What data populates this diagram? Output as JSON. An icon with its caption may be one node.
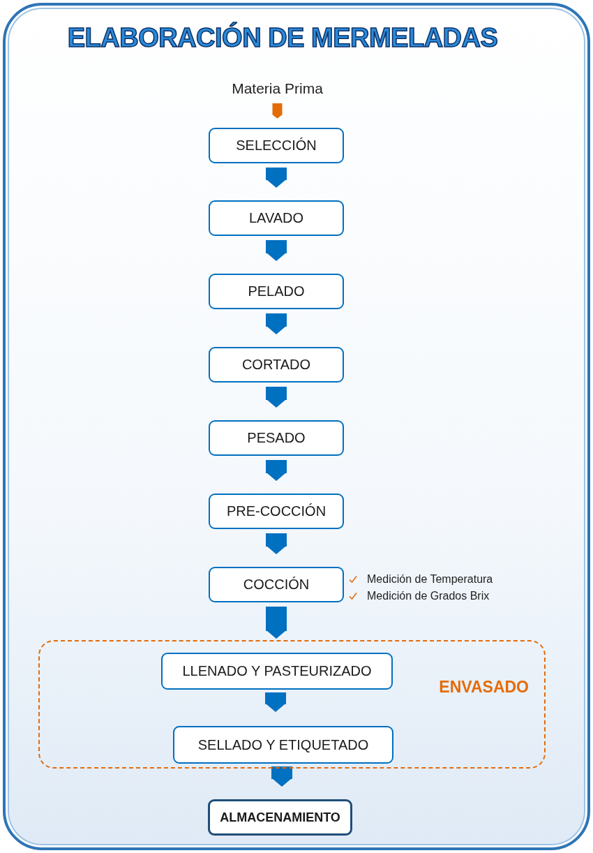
{
  "diagram": {
    "title": "ELABORACIÓN DE MERMELADAS",
    "nodes": [
      {
        "text": [
          "Materia Prima"
        ]
      },
      {
        "text": [
          "SELECCIÓN"
        ]
      },
      {
        "text": [
          "LAVADO"
        ]
      },
      {
        "text": [
          "PELADO"
        ]
      },
      {
        "text": [
          "CORTADO"
        ]
      },
      {
        "text": [
          "PESADO"
        ]
      },
      {
        "text": [
          "PRE-COCCIÓN"
        ]
      },
      {
        "text": [
          "COCCIÓN"
        ],
        "beside": [
          "Medición de Temperatura",
          "Medición de Grados Brix"
        ]
      },
      {
        "text": [
          "ENVASADO"
        ]
      },
      {
        "text": [
          "LLENADO Y PASTEURIZADO"
        ],
        "in": 8
      },
      {
        "text": [
          "SELLADO Y ETIQUETADO"
        ],
        "in": 8
      },
      {
        "text": [
          "ALMACENAMIENTO"
        ]
      }
    ],
    "edges": [
      {
        "from": 0,
        "to": 1,
        "arrow": "to",
        "color": "#e36c09"
      },
      {
        "from": 1,
        "to": 2,
        "arrow": "to"
      },
      {
        "from": 2,
        "to": 3,
        "arrow": "to"
      },
      {
        "from": 3,
        "to": 4,
        "arrow": "to"
      },
      {
        "from": 4,
        "to": 5,
        "arrow": "to"
      },
      {
        "from": 5,
        "to": 6,
        "arrow": "to"
      },
      {
        "from": 6,
        "to": 7,
        "arrow": "to"
      },
      {
        "from": 7,
        "to": 9,
        "arrow": "to"
      },
      {
        "from": 9,
        "to": 10,
        "arrow": "to"
      },
      {
        "from": 10,
        "to": 11,
        "arrow": "to"
      }
    ]
  }
}
